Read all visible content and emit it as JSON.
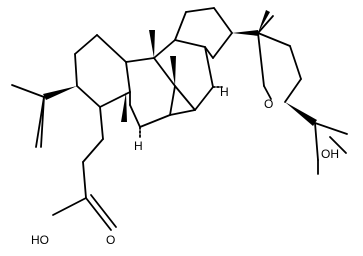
{
  "diagram": {
    "type": "chemical-structure",
    "atom_labels": {
      "ring_junction_h_upper": "H",
      "ring_junction_h_lower": "H",
      "furan_oxygen": "O",
      "hydroxyl": "OH",
      "acid_hydroxyl": "HO",
      "acid_carbonyl_oxygen": "O"
    }
  }
}
